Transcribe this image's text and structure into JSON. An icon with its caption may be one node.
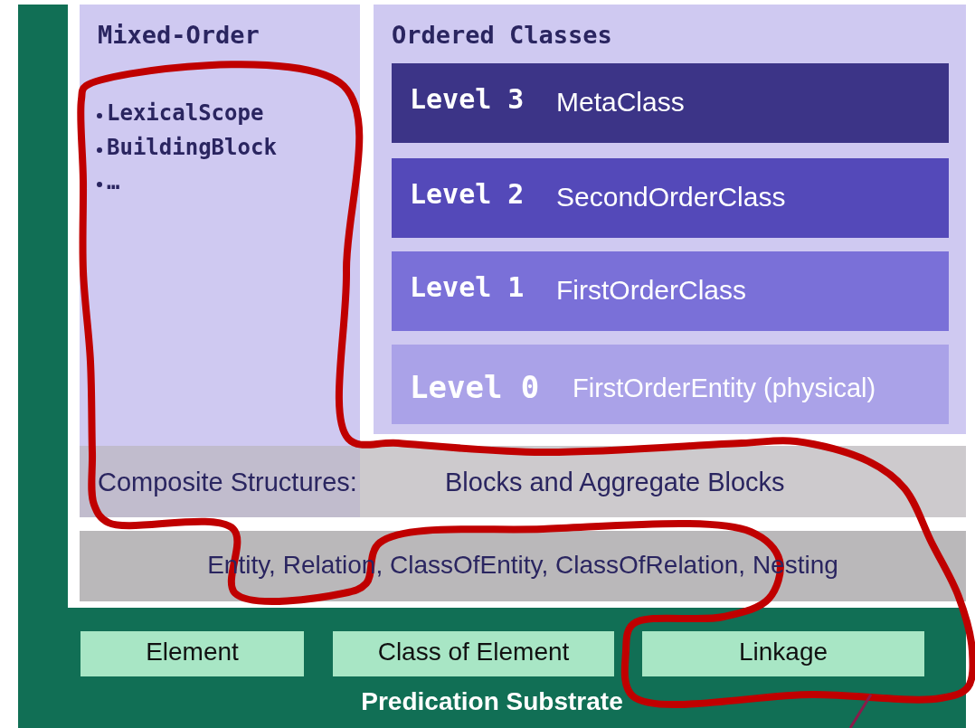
{
  "diagram": {
    "nodes": [
      {
        "text": [
          "Mixed-Order",
          "LexicalScope",
          "BuildingBlock",
          "…"
        ]
      },
      {
        "text": [
          "Ordered Classes"
        ]
      },
      {
        "text": [
          "Level 3",
          "MetaClass"
        ],
        "in": 1
      },
      {
        "text": [
          "Level 2",
          "SecondOrderClass"
        ],
        "in": 1
      },
      {
        "text": [
          "Level 1",
          "FirstOrderClass"
        ],
        "in": 1
      },
      {
        "text": [
          "Level 0",
          "FirstOrderEntity (physical)"
        ],
        "in": 1
      },
      {
        "text": [
          "Composite Structures:",
          "Blocks and Aggregate Blocks"
        ]
      },
      {
        "text": [
          "Entity, Relation, ClassOfEntity, ClassOfRelation, Nesting"
        ]
      },
      {
        "text": [
          "Predication Substrate"
        ]
      },
      {
        "text": [
          "Element"
        ],
        "in": 8
      },
      {
        "text": [
          "Class of Element"
        ],
        "in": 8
      },
      {
        "text": [
          "Linkage"
        ],
        "in": 8
      }
    ]
  }
}
